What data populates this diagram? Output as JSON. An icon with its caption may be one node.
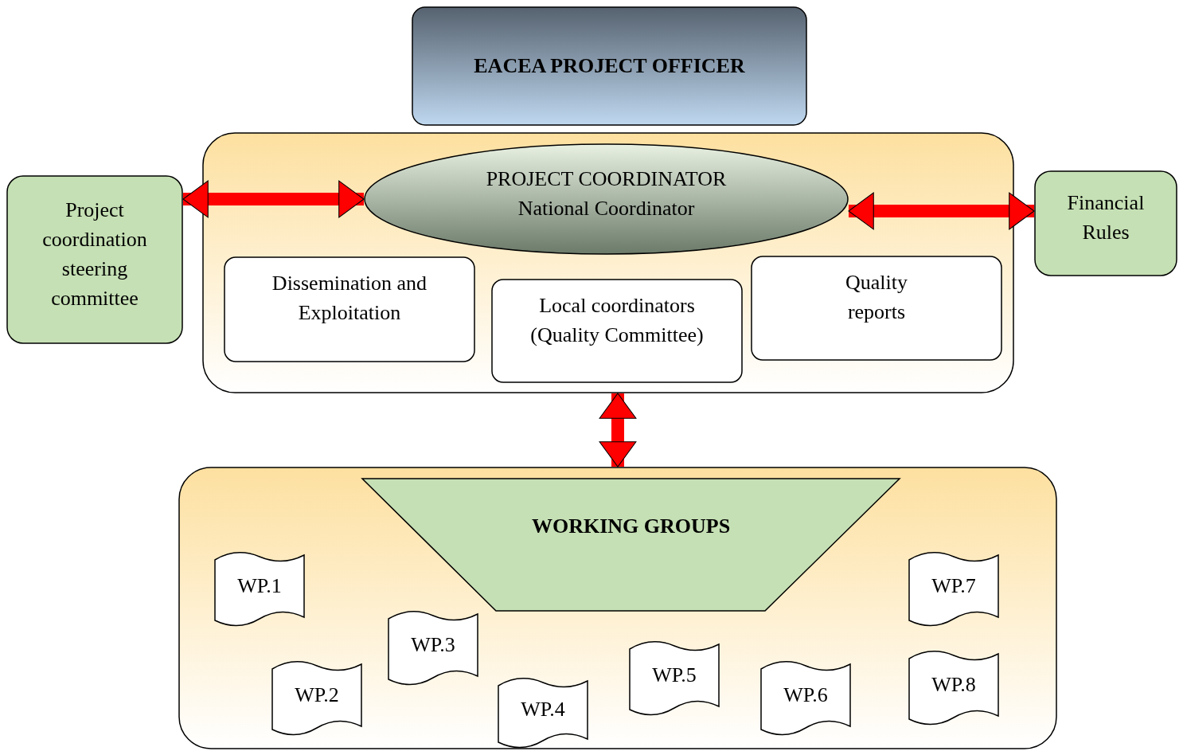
{
  "diagram": {
    "nodes": [
      {
        "text": [
          "EACEA PROJECT OFFICER"
        ]
      },
      {
        "text": [],
        "shape": "box"
      },
      {
        "text": [
          "PROJECT COORDINATOR",
          "National Coordinator"
        ],
        "in": 1
      },
      {
        "text": [
          "Dissemination and Exploitation"
        ],
        "in": 1
      },
      {
        "text": [
          "Local coordinators (Quality Committee)"
        ],
        "in": 1
      },
      {
        "text": [
          "Quality reports"
        ],
        "in": 1
      },
      {
        "text": [
          "Project coordination steering committee"
        ]
      },
      {
        "text": [
          "Financial Rules"
        ]
      },
      {
        "text": [],
        "shape": "box"
      },
      {
        "text": [
          "WORKING GROUPS"
        ],
        "in": 8
      },
      {
        "text": [
          "WP.1"
        ],
        "in": 8
      },
      {
        "text": [
          "WP.2"
        ],
        "in": 8
      },
      {
        "text": [
          "WP.3"
        ],
        "in": 8
      },
      {
        "text": [
          "WP.4"
        ],
        "in": 8
      },
      {
        "text": [
          "WP.5"
        ],
        "in": 8
      },
      {
        "text": [
          "WP.6"
        ],
        "in": 8
      },
      {
        "text": [
          "WP.7"
        ],
        "in": 8
      },
      {
        "text": [
          "WP.8"
        ],
        "in": 8
      }
    ],
    "edges": [
      {
        "from": 6,
        "to": 2,
        "arrow": "both"
      },
      {
        "from": 2,
        "to": 7,
        "arrow": "both"
      },
      {
        "from": 1,
        "to": 8,
        "arrow": "both"
      }
    ]
  }
}
